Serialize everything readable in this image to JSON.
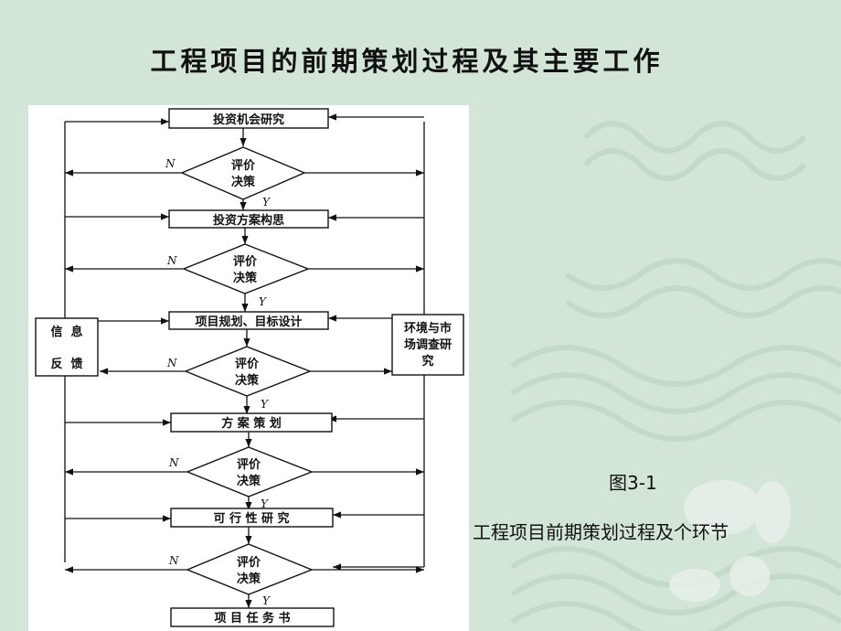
{
  "slide": {
    "title": "工程项目的前期策划过程及其主要工作"
  },
  "flowchart": {
    "steps": [
      "投资机会研究",
      "投资方案构思",
      "项目规划、目标设计",
      "方 案 策 划",
      "可 行 性 研 究",
      "项 目 任 务 书"
    ],
    "decision": {
      "line1": "评价",
      "line2": "决策",
      "yes": "Y",
      "no": "N"
    },
    "left_box": {
      "line1": "信  息",
      "line2": "反  馈"
    },
    "right_box": {
      "line1": "环境与市",
      "line2": "场调查研",
      "line3": "究"
    }
  },
  "caption": {
    "number": "图3-1",
    "text": "工程项目前期策划过程及个环节"
  },
  "colors": {
    "background": "#d3e5d6",
    "decoration": "#bfd6c3",
    "panel": "#ffffff",
    "ink": "#111111"
  }
}
